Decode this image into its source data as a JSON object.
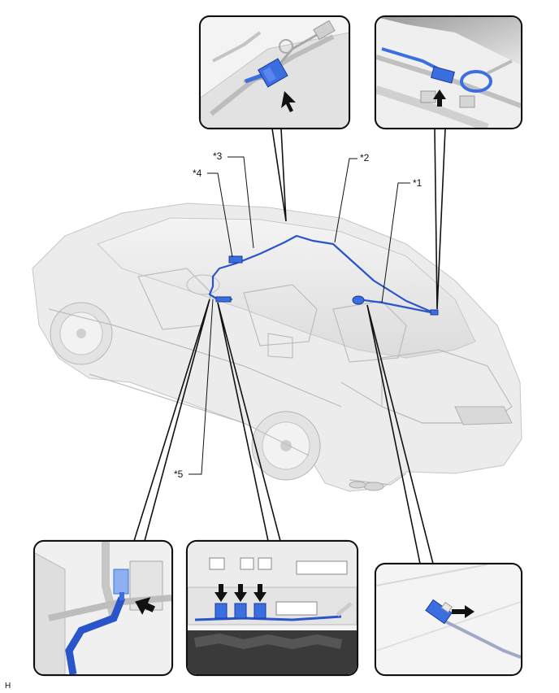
{
  "labels": {
    "item1": "*1",
    "item2": "*2",
    "item3": "*3",
    "item4": "*4",
    "item5": "*5",
    "corner": "H"
  },
  "colors": {
    "wire": "#2a55c8",
    "connector": "#3b6fe0",
    "frame": "#111111",
    "car_body": "#ececec"
  },
  "icons": {
    "arrow": "arrow-icon"
  }
}
